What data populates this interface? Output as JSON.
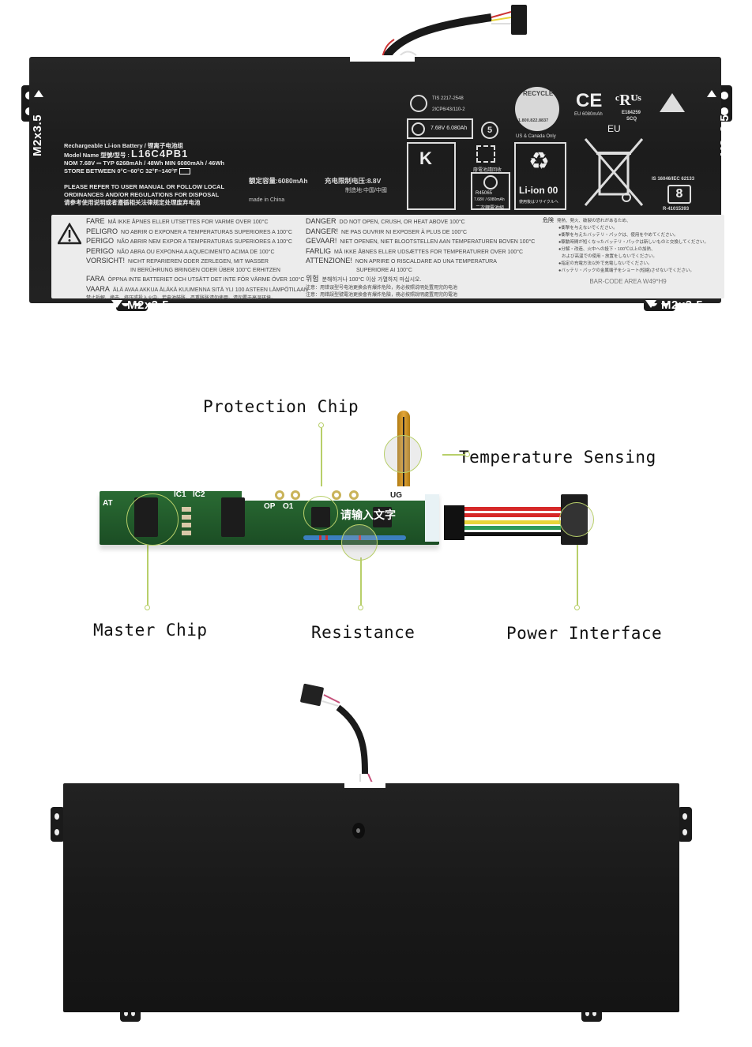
{
  "top_battery": {
    "mount_label": "M2x3.5",
    "spec": {
      "line1": "Rechargeable Li-ion Battery / 锂离子电池组",
      "model_prefix": "Model Name 型號/型号 :",
      "model": "L16C4PB1",
      "nominal": "NOM 7.68V ⎓ TYP 6268mAh / 48Wh  MIN 6080mAh / 46Wh",
      "store": "STORE BETWEEN 0°C~60°C  32°F~140°F",
      "notice1": "PLEASE REFER TO USER MANUAL OR FOLLOW LOCAL",
      "notice2": "ORDINANCES AND/OR REGULATIONS FOR DISPOSAL",
      "notice3": "请参考使用说明或者遵循相关法律规定处理废弃电池"
    },
    "capacity": "额定容量:6080mAh",
    "charge_voltage": "充电限制电压:8.8V",
    "origin": "制造地:中国/中國",
    "made_in": "made in China",
    "certs": {
      "tis": "TIS 2217-2548",
      "tis2": "2ICP6/43/110-2",
      "taiwan": "7.68V  6.080Ah",
      "recycle_top": "RECYCLE",
      "recycle_phone": "1.800.822.8837",
      "recycle_note": "US & Canada Only",
      "ce": "CE",
      "ce_note": "EU 6080mAh",
      "ul": "E184259",
      "ul2": "SCQ",
      "eu": "EU",
      "bsmi": "R45065",
      "bsmi2": "7.68V / 6080mAh",
      "bsmi3": "二次鋰電池組",
      "li_ion": "Li-ion 00",
      "li_ion_note": "使用後はリサイクルへ",
      "bis": "IS 16046/IEC 62133",
      "bis_id": "R-41015393",
      "china_recycle": "廢電池請回收"
    },
    "warnings_col1": [
      {
        "key": "FARE",
        "text": "MÅ IKKE ÅPNES ELLER UTSETTES FOR VARME OVER 100°C"
      },
      {
        "key": "PELIGRO",
        "text": "NO ABRIR O EXPONER A TEMPERATURAS SUPERIORES A 100°C"
      },
      {
        "key": "PERIGO",
        "text": "NÃO ABRIR NEM EXPOR A TEMPERATURAS SUPERIORES A 100°C"
      },
      {
        "key": "PERIGO",
        "text": "NÃO ABRA OU EXPONHA A AQUECIMENTO ACIMA DE 100°C"
      },
      {
        "key": "VORSICHT!",
        "text": "NICHT REPARIEREN ODER ZERLEGEN, MIT WASSER"
      },
      {
        "key": "",
        "text": "IN BERÜHRUNG BRINGEN ODER ÜBER 100°C ERHITZEN"
      },
      {
        "key": "FARA",
        "text": "ÖPPNA INTE BATTERIET OCH UTSÄTT DET INTE FÖR VÄRME ÖVER 100°C"
      },
      {
        "key": "VAARA",
        "text": "ÄLÄ AVAA AKKUA ÄLÄKÄ KUUMENNA SITÄ YLI 100 ASTEEN LÄMPÖTILAAN"
      },
      {
        "key": "",
        "text": "禁止拆解、撞击、挤压或投入火中。若电池鼓胀，严重胀胀请勿使用。请勿置于高温环境。"
      }
    ],
    "warnings_col2": [
      {
        "key": "DANGER",
        "text": "DO NOT OPEN, CRUSH, OR HEAT ABOVE 100°C"
      },
      {
        "key": "DANGER!",
        "text": "NE PAS OUVRIR NI EXPOSER À PLUS DE 100°C"
      },
      {
        "key": "GEVAAR!",
        "text": "NIET OPENEN, NIET BLOOTSTELLEN AAN TEMPERATUREN BOVEN 100°C"
      },
      {
        "key": "FARLIG",
        "text": "MÅ IKKE ÅBNES ELLER UDSÆTTES FOR TEMPERATURER OVER 100°C"
      },
      {
        "key": "ATTENZIONE!",
        "text": "NON APRIRE O RISCALDARE AD UNA TEMPERATURA"
      },
      {
        "key": "",
        "text": "SUPERIORE AI 100°C"
      },
      {
        "key": "위험",
        "text": "분해하거나 100°C 이상 가열하지 마십시오."
      },
      {
        "key": "",
        "text": "注意：用错误型号电池更换会有爆炸危险，务必按照说明处置用完的电池"
      },
      {
        "key": "",
        "text": "注意：用錯誤型號電池更換會有爆炸危險，務必按照說明處置用完的電池"
      }
    ],
    "warnings_col3": [
      {
        "key": "危険",
        "text": "発熱、発火、破裂の恐れがあるため、"
      },
      {
        "key": "",
        "text": "●衝撃を与えないでください。"
      },
      {
        "key": "",
        "text": "●衝撃を与えたバッテリ・パックは、使用をやめてください。"
      },
      {
        "key": "",
        "text": "●駆動時間が短くなったバッテリ・パックは新しいものと交換してください。"
      },
      {
        "key": "",
        "text": "●分解・改造、火中への投下・100℃以上の加熱、"
      },
      {
        "key": "",
        "text": "および高温での使用・放置をしないでください。"
      },
      {
        "key": "",
        "text": "●指定の充電方法以外で充電しないでください。"
      },
      {
        "key": "",
        "text": "●バッテリ・パックの金属端子をショート(短絡)させないでください。"
      }
    ],
    "barcode_area": "BAR-CODE AREA W49*H9"
  },
  "diagram": {
    "labels": {
      "protection_chip": "Protection Chip",
      "temperature_sensing": "Temperature Sensing",
      "master_chip": "Master Chip",
      "resistance": "Resistance",
      "power_interface": "Power Interface"
    },
    "pcb_overlay_text": "请输入文字",
    "silkscreen": {
      "ic1": "IC1",
      "ic2": "IC2",
      "at": "AT",
      "op": "OP",
      "o1": "O1",
      "ug": "UG"
    },
    "accent_color": "#b8cf6a",
    "wire_colors": [
      "#d62828",
      "#d62828",
      "#e8d53a",
      "#2e9a5b",
      "#111111"
    ]
  }
}
